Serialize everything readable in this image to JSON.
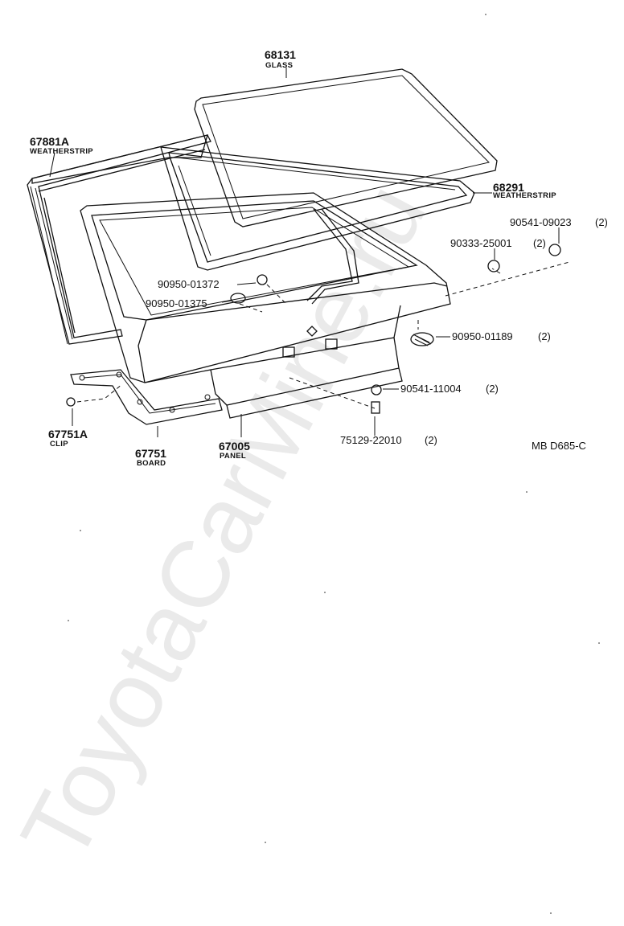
{
  "diagram_ref": "MB D685-C",
  "watermark": "ToyotaCarMine.ru",
  "parts": [
    {
      "number": "68131",
      "name": "GLASS"
    },
    {
      "number": "67881A",
      "name": "WEATHERSTRIP"
    },
    {
      "number": "68291",
      "name": "WEATHERSTRIP"
    },
    {
      "number": "90541-09023",
      "qty": "(2)"
    },
    {
      "number": "90333-25001",
      "qty": "(2)"
    },
    {
      "number": "90950-01372"
    },
    {
      "number": "90950-01375"
    },
    {
      "number": "90950-01189",
      "qty": "(2)"
    },
    {
      "number": "90541-11004",
      "qty": "(2)"
    },
    {
      "number": "67751A",
      "name": "CLIP"
    },
    {
      "number": "67751",
      "name": "BOARD"
    },
    {
      "number": "67005",
      "name": "PANEL"
    },
    {
      "number": "75129-22010",
      "qty": "(2)"
    }
  ]
}
